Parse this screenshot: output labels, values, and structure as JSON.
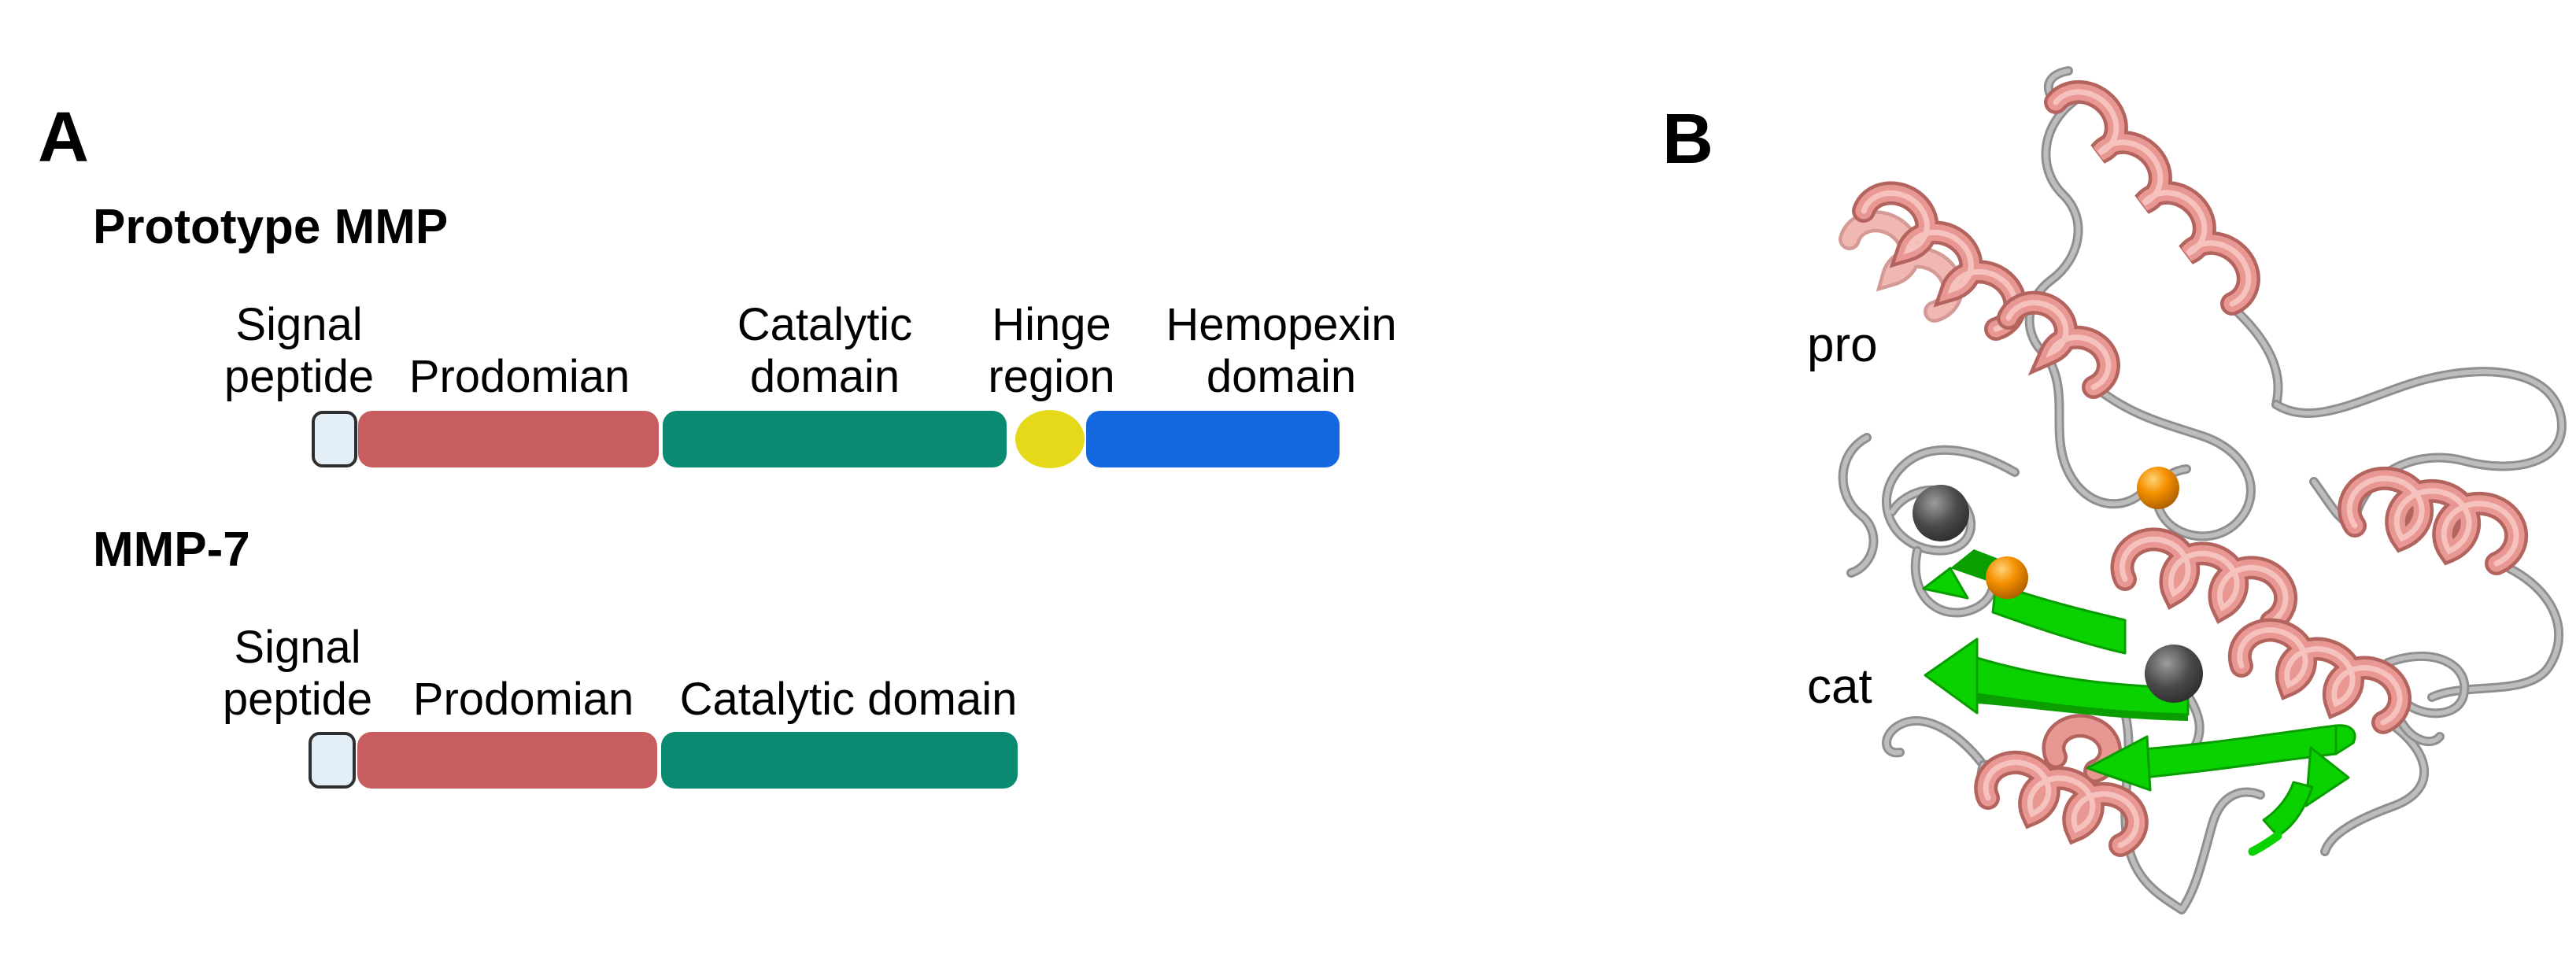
{
  "panel_a": {
    "label": "A",
    "prototype": {
      "title": "Prototype MMP",
      "labels": {
        "signal": "Signal\npeptide",
        "prodomain": "Prodomian",
        "catalytic": "Catalytic\ndomain",
        "hinge": "Hinge\nregion",
        "hemopexin": "Hemopexin\ndomain"
      }
    },
    "mmp7": {
      "title": "MMP-7",
      "labels": {
        "signal": "Signal\npeptide",
        "prodomain": "Prodomian",
        "catalytic": "Catalytic domain"
      }
    },
    "colors": {
      "signal_peptide": "#e4eef7",
      "prodomain": "#c75d5e",
      "catalytic_domain": "#0a8a70",
      "hinge_region": "#e5d91a",
      "hemopexin_domain": "#1668e0"
    }
  },
  "panel_b": {
    "label": "B",
    "annotations": {
      "pro": "pro",
      "cat": "cat"
    },
    "colors": {
      "helix": "#e89793",
      "beta_sheet": "#0ad100",
      "loop": "#a7a7a7",
      "sphere_dark": "#474747",
      "sphere_orange": "#f59000"
    }
  }
}
